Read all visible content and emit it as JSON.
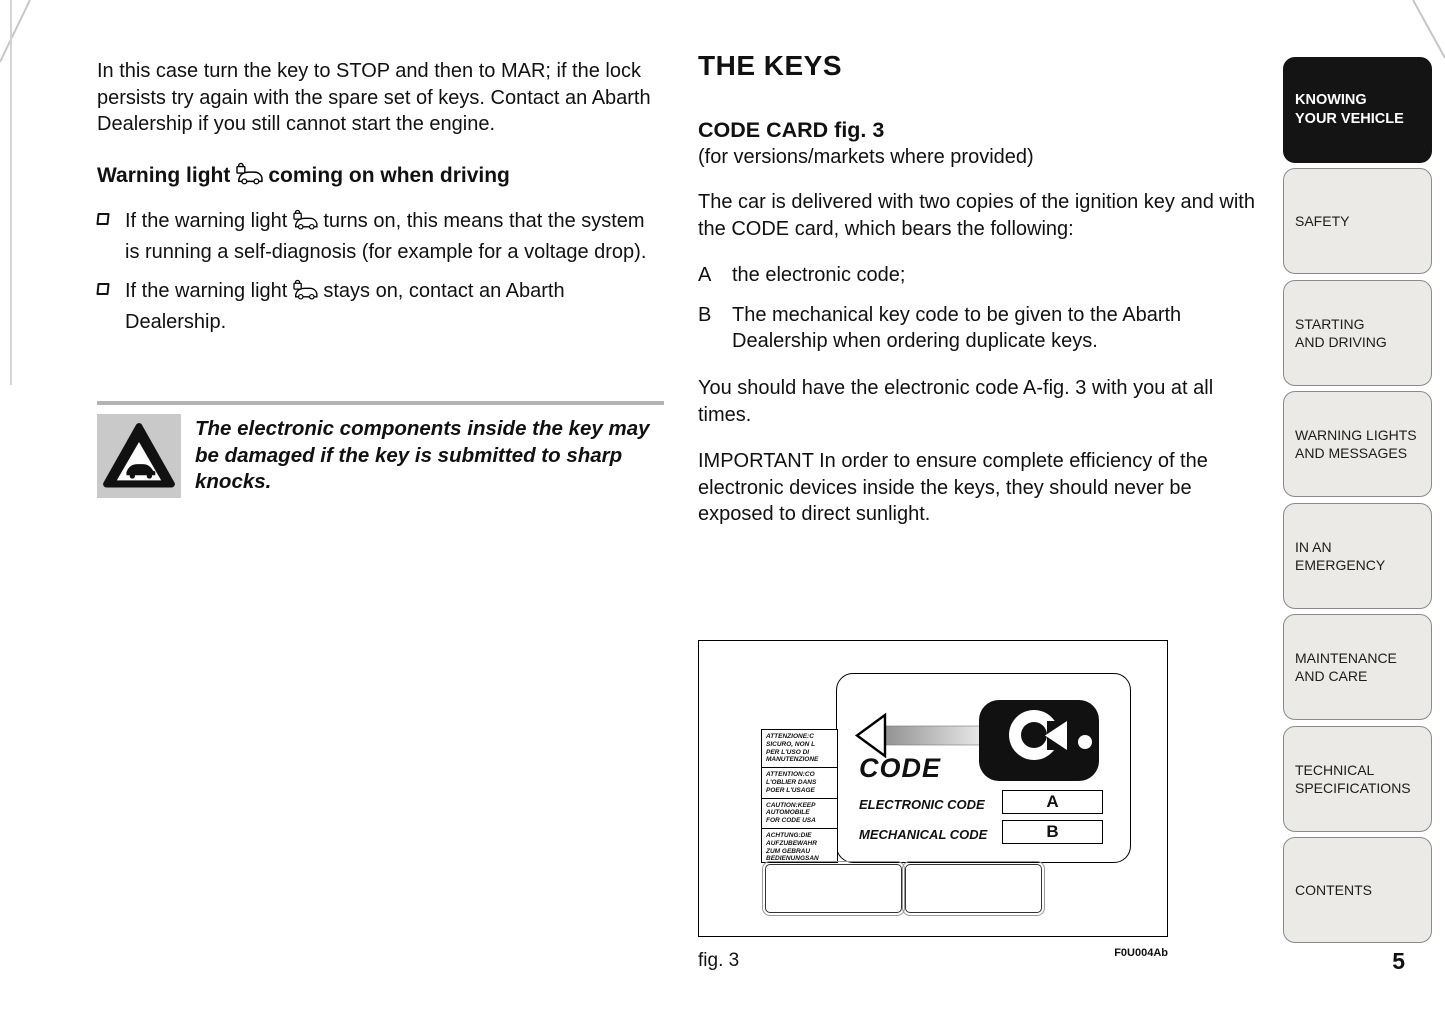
{
  "left": {
    "intro": "In this case turn the key to STOP and then to MAR; if the lock persists try again with the spare set of keys. Contact an Abarth Dealership if you still cannot start the engine.",
    "warning_heading": {
      "pre": "Warning light",
      "post": "coming on when driving"
    },
    "bullets": [
      {
        "pre": "If the warning light",
        "post": "turns on, this means that the system is running a self-diagnosis (for example for a voltage drop)."
      },
      {
        "pre": "If the warning light",
        "post": "stays on, contact an Abarth Dealership."
      }
    ],
    "caution": "The electronic components inside the key may be damaged if the key is submitted to sharp knocks."
  },
  "right": {
    "title": "THE KEYS",
    "section": "CODE CARD fig. 3",
    "availability": "(for versions/markets where provided)",
    "para1": "The car is delivered with two copies of the ignition key and with the CODE card, which bears the following:",
    "list": [
      {
        "label": "A",
        "text": "the electronic code;"
      },
      {
        "label": "B",
        "text": "The mechanical key code to be given to the Abarth Dealership when ordering duplicate keys."
      }
    ],
    "para2": "You should have the electronic code A-fig. 3 with you at all times.",
    "para3": "IMPORTANT In order to ensure complete efficiency of the electronic devices inside the keys, they should never be exposed to direct sunlight."
  },
  "figure": {
    "caption": "fig. 3",
    "ref_code": "F0U004Ab",
    "card": {
      "brand": "CODE",
      "electronic_label": "ELECTRONIC CODE",
      "electronic_value": "A",
      "mechanical_label": "MECHANICAL CODE",
      "mechanical_value": "B",
      "warning_blocks": [
        "ATTENZIONE:C\nSICURO, NON L\nPER L'USO DI\nMANUTENZIONE",
        "ATTENTION:CO\nL'OBLIER DANS\nPOER L'USAGE",
        "CAUTION:KEEP\nAUTOMOBILE\nFOR CODE USA",
        "ACHTUNG:DIE\nAUFZUBEWAHR\nZUM GEBRAU\nBEDIENUNGSAN"
      ]
    }
  },
  "sidebar": {
    "tabs": [
      {
        "label": "KNOWING\nYOUR VEHICLE",
        "active": true
      },
      {
        "label": "SAFETY",
        "active": false
      },
      {
        "label": "STARTING\nAND DRIVING",
        "active": false
      },
      {
        "label": "WARNING LIGHTS\nAND MESSAGES",
        "active": false
      },
      {
        "label": "IN AN\nEMERGENCY",
        "active": false
      },
      {
        "label": "MAINTENANCE\nAND CARE",
        "active": false
      },
      {
        "label": "TECHNICAL\nSPECIFICATIONS",
        "active": false
      },
      {
        "label": "CONTENTS",
        "active": false
      }
    ],
    "page_number": "5"
  },
  "icons": {
    "code_warning_light": "car-with-padlock",
    "caution_triangle": "warning-triangle-with-car",
    "bullet": "open-square"
  },
  "colors": {
    "active_tab_bg": "#141414",
    "tab_bg": "#eceae7",
    "tab_border": "#8a8a8a",
    "text": "#111111",
    "separator": "#b3b3b3",
    "caution_icon_bg": "#c9c9c9"
  }
}
